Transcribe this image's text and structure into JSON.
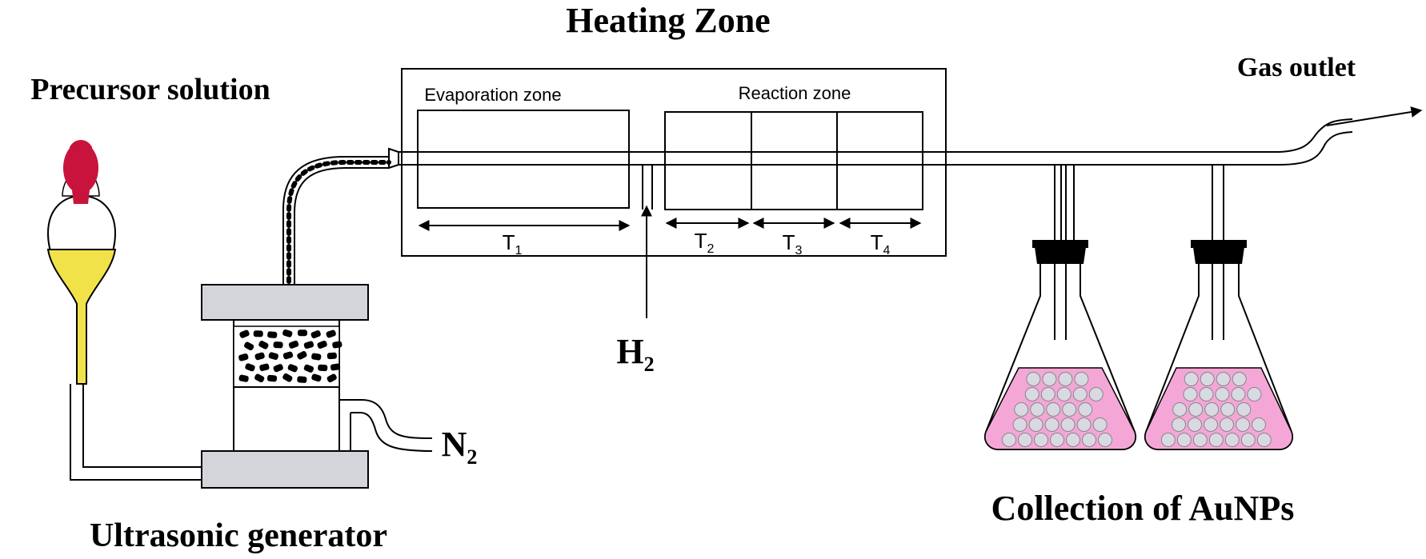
{
  "labels": {
    "heating_zone": "Heating Zone",
    "precursor_solution": "Precursor solution",
    "gas_outlet": "Gas outlet",
    "evaporation_zone": "Evaporation zone",
    "reaction_zone": "Reaction zone",
    "ultrasonic_generator": "Ultrasonic generator",
    "collection": "Collection of AuNPs"
  },
  "temperatures": [
    {
      "symbol": "T",
      "sub": "1"
    },
    {
      "symbol": "T",
      "sub": "2"
    },
    {
      "symbol": "T",
      "sub": "3"
    },
    {
      "symbol": "T",
      "sub": "4"
    }
  ],
  "gases": {
    "h2": {
      "symbol": "H",
      "sub": "2"
    },
    "n2": {
      "symbol": "N",
      "sub": "2"
    }
  },
  "colors": {
    "bulb": "#c8143c",
    "solution": "#f2e24a",
    "liquid": "#f4a6d6",
    "particle": "#d9d9e3",
    "plate": "#d3d5da",
    "stopper": "#000000",
    "line": "#000000"
  }
}
